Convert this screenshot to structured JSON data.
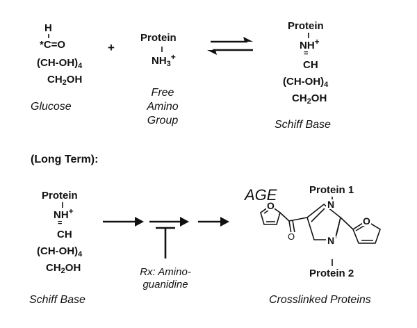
{
  "glucose": {
    "h": "H",
    "aldehyde": "*C=O",
    "chain": "(CH-OH)",
    "chain_n": "4",
    "ch2": "CH",
    "ch2_n": "2",
    "oh": "OH",
    "caption": "Glucose"
  },
  "plus": "+",
  "amino": {
    "protein": "Protein",
    "nh": "NH",
    "nh_n": "3",
    "charge": "+",
    "caption_lines": [
      "Free",
      "Amino",
      "Group"
    ]
  },
  "schiff_top": {
    "protein": "Protein",
    "nh": "NH",
    "charge": "+",
    "ch": "CH",
    "chain": "(CH-OH)",
    "chain_n": "4",
    "ch2": "CH",
    "ch2_n": "2",
    "oh": "OH",
    "caption": "Schiff Base"
  },
  "long_term_label": "(Long Term):",
  "schiff_bottom": {
    "protein": "Protein",
    "nh": "NH",
    "charge": "+",
    "ch": "CH",
    "chain": "(CH-OH)",
    "chain_n": "4",
    "ch2": "CH",
    "ch2_n": "2",
    "oh": "OH",
    "caption": "Schiff Base"
  },
  "inhibitor": {
    "line1": "Rx: Amino-",
    "line2": "guanidine"
  },
  "age": {
    "label": "AGE",
    "protein1": "Protein 1",
    "protein2": "Protein 2",
    "n": "N",
    "o": "O",
    "caption": "Crosslinked Proteins"
  }
}
